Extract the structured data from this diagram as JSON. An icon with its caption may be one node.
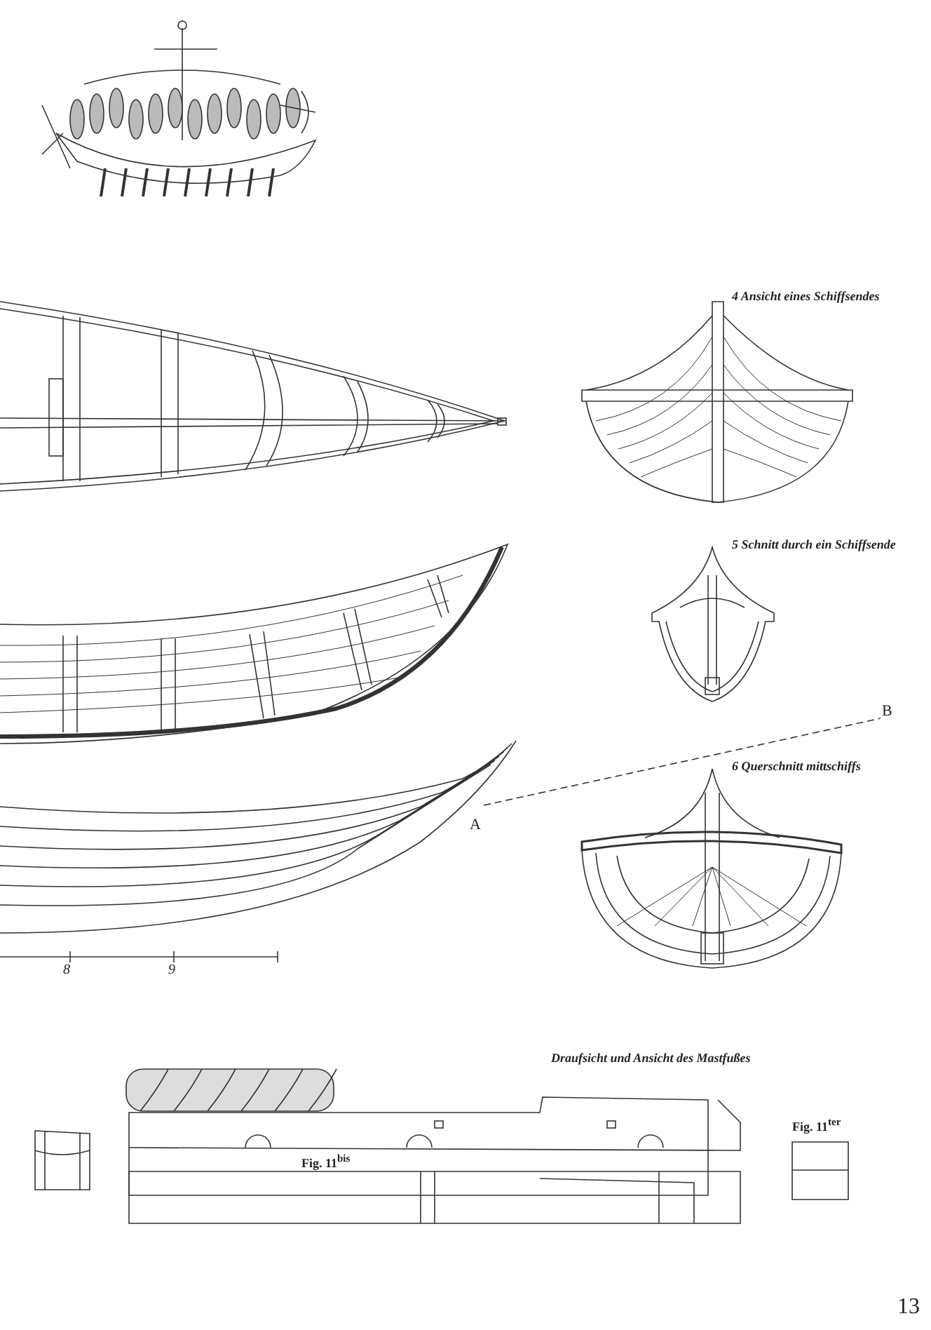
{
  "diagram": {
    "labels": [
      "4 Ansicht eines Schiffsendes",
      "5 Schnitt durch ein Schiffsende",
      "B",
      "6 Querschnitt mittschiffs",
      "A",
      "8",
      "9",
      "Draufsicht und Ansicht des Mastfußes",
      "Fig. 11$^{ter}$",
      "Fig. 11$^{bis}$",
      "13"
    ]
  }
}
